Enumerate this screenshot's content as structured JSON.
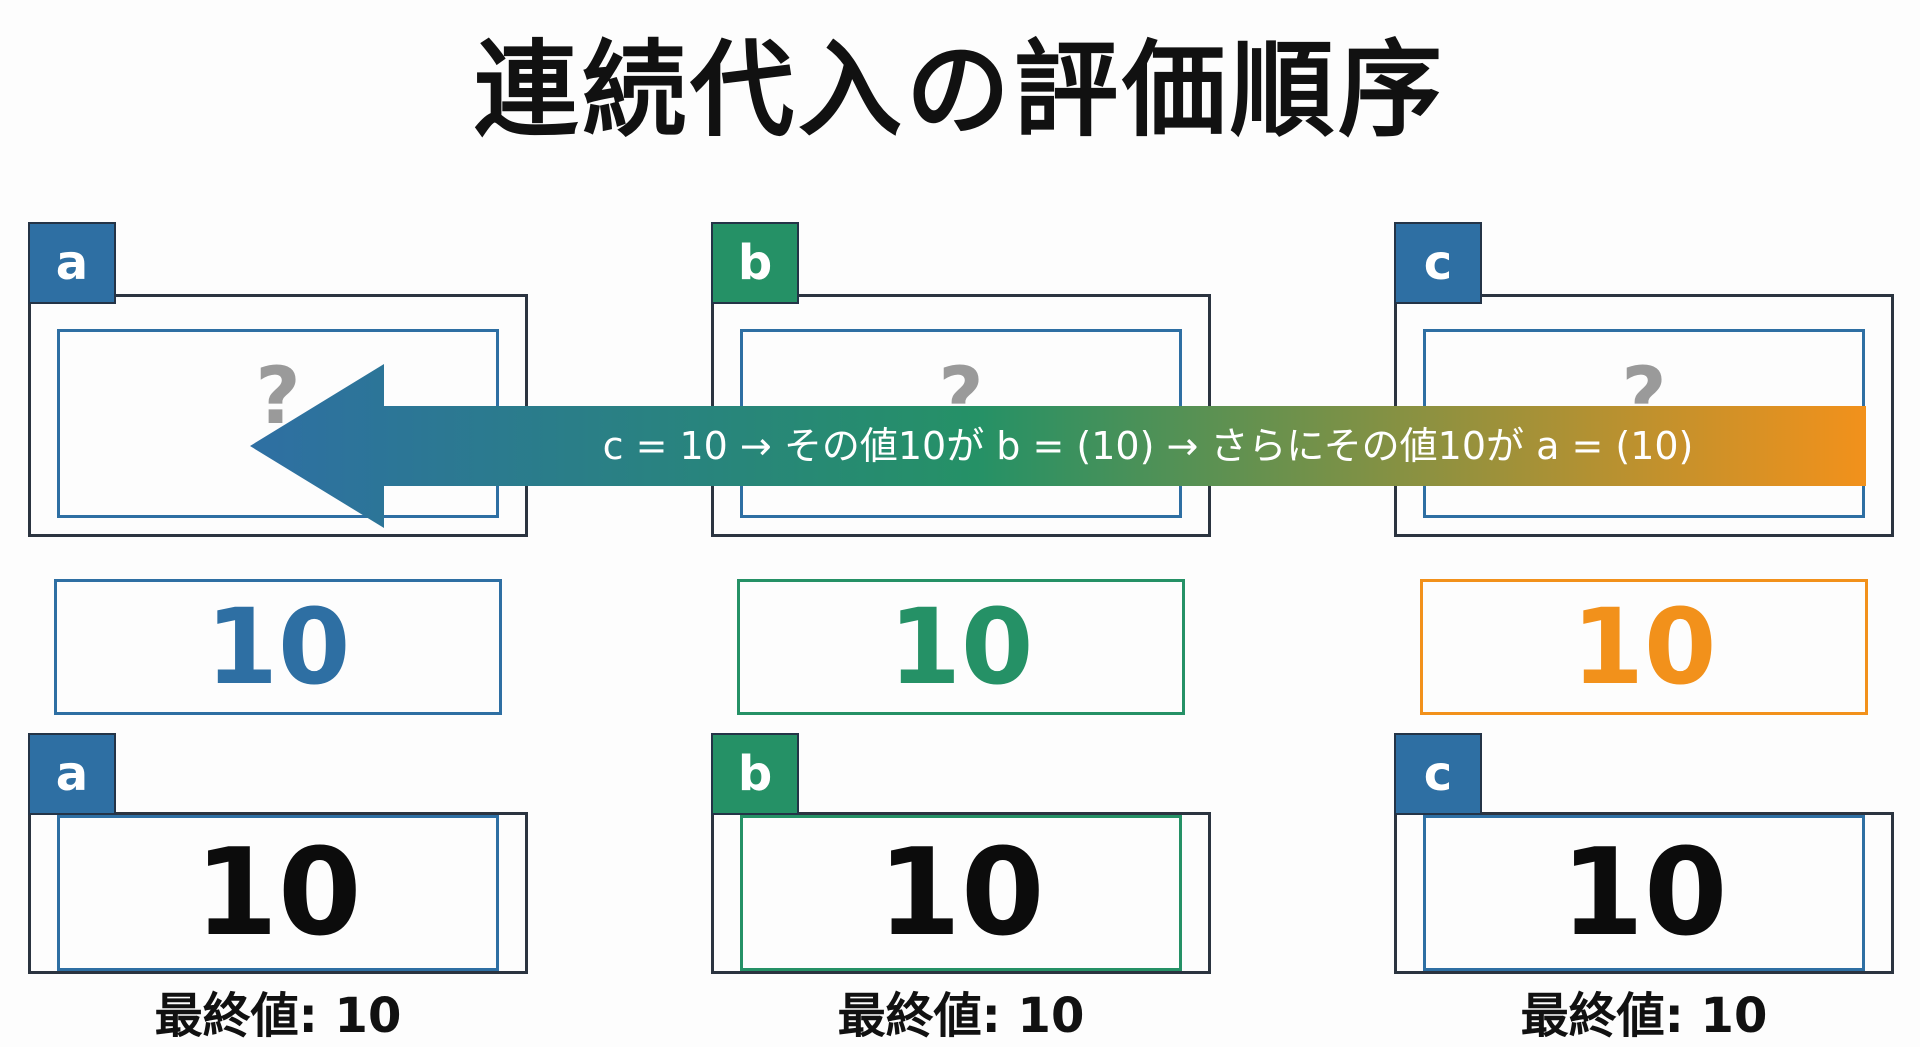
{
  "title": "連続代入の評価順序",
  "colors": {
    "a": "#2e6fa3",
    "b": "#259166",
    "c": "#f2911b",
    "frame": "#2b3440",
    "question": "#9a9a9a"
  },
  "columns": [
    {
      "var": "a",
      "unknown": "?",
      "value": "10",
      "final_value": "10",
      "final_label": "最終値: 10"
    },
    {
      "var": "b",
      "unknown": "?",
      "value": "10",
      "final_value": "10",
      "final_label": "最終値: 10"
    },
    {
      "var": "c",
      "unknown": "?",
      "value": "10",
      "final_value": "10",
      "final_label": "最終値: 10"
    }
  ],
  "arrow": {
    "text": "c = 10 → その値10が b = (10) → さらにその値10が a = (10)",
    "direction": "left",
    "gradient_from": "#2e6fa3",
    "gradient_mid": "#259166",
    "gradient_to": "#f2911b"
  }
}
